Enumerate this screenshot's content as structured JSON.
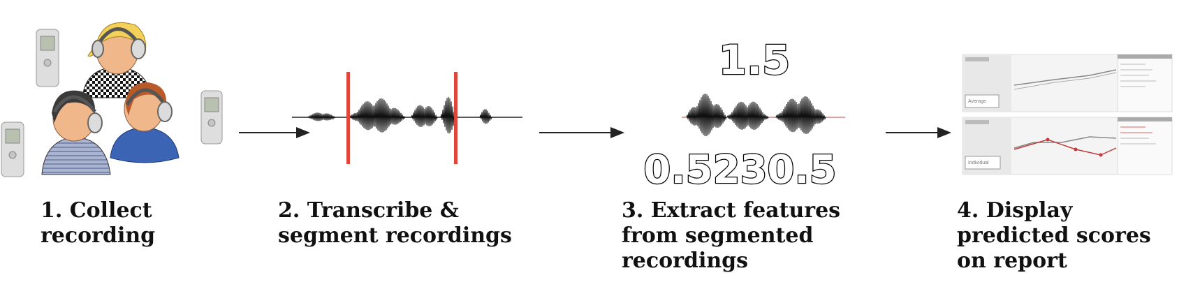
{
  "steps": [
    {
      "line1": "1. Collect",
      "line2": "recording",
      "line3": ""
    },
    {
      "line1": "2. Transcribe &",
      "line2": "segment recordings",
      "line3": ""
    },
    {
      "line1": "3. Extract features",
      "line2": "from segmented",
      "line3": "recordings"
    },
    {
      "line1": "4. Display",
      "line2": "predicted scores",
      "line3": "on report"
    }
  ],
  "features": {
    "top_value": "1.5",
    "left_value": "0.523",
    "right_value": "0.5"
  },
  "report": {
    "panel_tag_1": "Average",
    "panel_tag_2": "Individual"
  },
  "colors": {
    "segment_marker": "#e0453a",
    "skin": "#f0b88a",
    "hair_blonde": "#f2d05a",
    "hair_dark": "#3a3a3a",
    "hair_red": "#b85a2a",
    "shirt_blue": "#3c64b4",
    "shirt_striped": "#9aa8c8",
    "recorder": "#dcdcdc"
  },
  "icons": [
    "recorder-icon",
    "person-icon",
    "headphones-icon",
    "arrow-icon",
    "waveform-icon",
    "report-thumbnail"
  ]
}
